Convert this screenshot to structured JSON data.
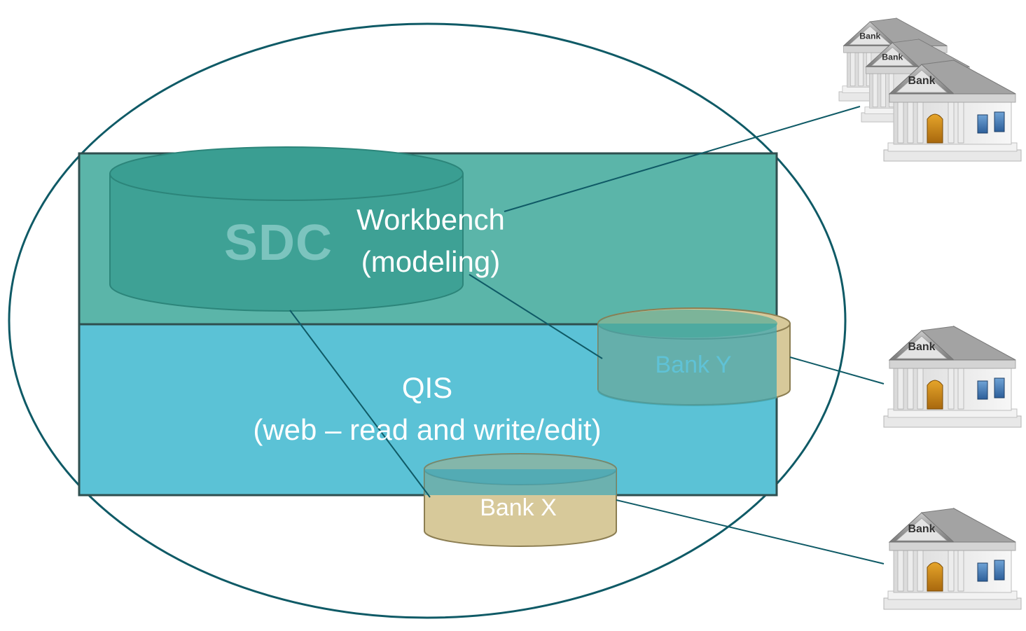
{
  "sdc_label": "SDC",
  "workbench": {
    "line1": "Workbench",
    "line2": "(modeling)"
  },
  "qis": {
    "line1": "QIS",
    "line2": "(web – read and write/edit)"
  },
  "bank_x_label": "Bank X",
  "bank_y_label": "Bank Y",
  "bank_sign": "Bank",
  "colors": {
    "outline": "#0f5a66",
    "workbench_fill": "#5bb5a9",
    "qis_fill": "#5bc2d6",
    "sdc_cylinder": "#3a9e92",
    "bank_db_tan": "#d7c99a",
    "building_roof": "#8c8c8c",
    "building_door": "#c98a1a"
  }
}
